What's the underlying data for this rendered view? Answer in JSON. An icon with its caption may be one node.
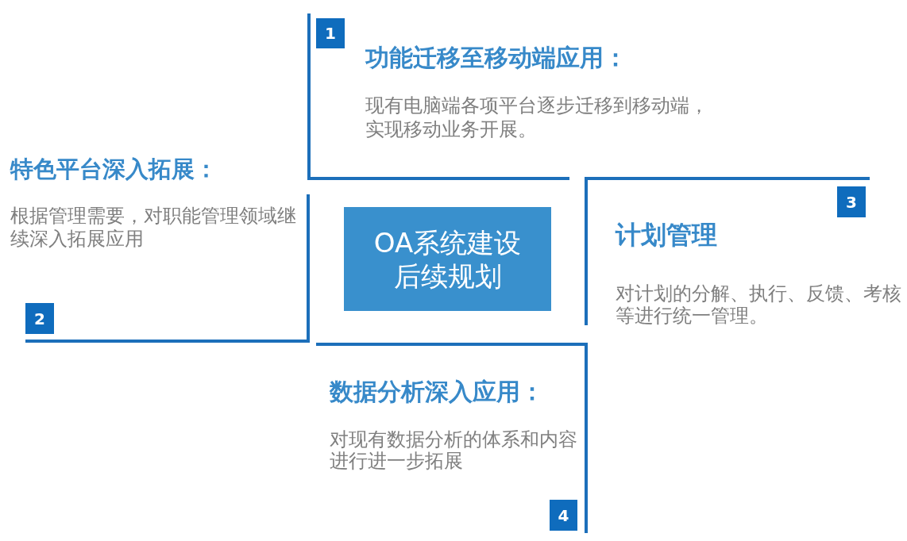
{
  "diagram": {
    "nodes": [
      {
        "text": [
          "OA系统建设后续规划"
        ]
      },
      {
        "text": [
          "功能迁移至移动端应用：",
          "现有电脑端各项平台逐步迁移到移动端，实现移动业务开展。"
        ]
      },
      {
        "text": [
          "1"
        ],
        "in": 1
      },
      {
        "text": [
          "特色平台深入拓展：",
          "根据管理需要，对职能管理领域继续深入拓展应用"
        ]
      },
      {
        "text": [
          "2"
        ],
        "in": 3
      },
      {
        "text": [
          "计划管理",
          "对计划的分解、执行、反馈、考核等进行统一管理。"
        ]
      },
      {
        "text": [
          "3"
        ],
        "in": 5
      },
      {
        "text": [
          "数据分析深入应用：",
          "对现有数据分析的体系和内容进行进一步拓展"
        ]
      },
      {
        "text": [
          "4"
        ],
        "in": 7
      }
    ]
  }
}
